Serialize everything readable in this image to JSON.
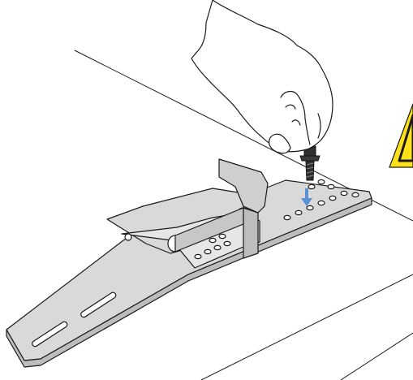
{
  "figure": {
    "kind": "assembly-instruction",
    "step": "insert-screw-into-bracket-hole",
    "parts": [
      "hand",
      "screw",
      "bracket",
      "surface",
      "warning-sign"
    ],
    "icons": {
      "warning": "warning-triangle-icon",
      "direction": "arrow-down-icon"
    },
    "colors": {
      "background": "#ffffff",
      "line_art": "#1a1a1a",
      "part_fill": "#d9d9d9",
      "part_shade": "#bdbdbd",
      "hand_fill": "#ffffff",
      "screw_fill": "#2f2f2f",
      "arrow": "#5b8fd6",
      "warning_yellow": "#ffe11a"
    }
  }
}
